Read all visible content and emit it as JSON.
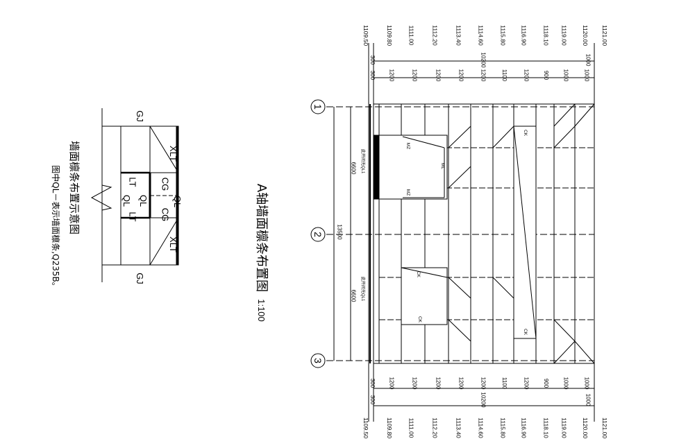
{
  "drawing": {
    "title": "A轴墙面檩条布置图",
    "scale": "1:100",
    "legend_title": "墙面檩条布置示意图",
    "legend_note": "图中QL－表示墙面檩条,Q235B。"
  },
  "legend_labels": {
    "gj_top": "GJ",
    "gj_bottom": "GJ",
    "xlt_top": "XLT",
    "xlt_bottom": "XLT",
    "cg_left": "CG",
    "cg_right": "CG",
    "ql_top": "QL",
    "ql_mid_left": "QL",
    "ql_mid_right": "QL",
    "lt_left": "LT",
    "lt_right": "LT"
  },
  "axes": {
    "a1": "1",
    "a2": "2",
    "a3": "3"
  },
  "dims_vertical": {
    "total": "13500",
    "bay1": "6600",
    "bay2": "6600",
    "bay1_note": "此开间无QL1",
    "bay2_note": "此开间无QL1"
  },
  "elevations_top": [
    "1109.50",
    "1109.80",
    "1111.00",
    "1112.20",
    "1113.40",
    "1114.60",
    "1115.80",
    "1116.90",
    "1118.10",
    "1119.00",
    "1120.00",
    "1121.00"
  ],
  "elevations_bottom": [
    "1109.50",
    "1109.80",
    "1111.00",
    "1112.20",
    "1113.40",
    "1114.60",
    "1115.80",
    "1116.90",
    "1118.10",
    "1119.00",
    "1120.00",
    "1121.00"
  ],
  "dims_row1": [
    "300",
    "10200",
    "1000"
  ],
  "dims_row2": [
    "300",
    "1200",
    "1200",
    "1200",
    "1200",
    "1200",
    "1100",
    "1200",
    "900",
    "1000",
    "1000"
  ],
  "openings": {
    "door_top": "MZ",
    "door_bottom": "MZ",
    "door_beam": "ML",
    "win1_top": "CK",
    "win1_bottom": "CK",
    "win2_top": "CK",
    "win2_bottom": "CK"
  }
}
